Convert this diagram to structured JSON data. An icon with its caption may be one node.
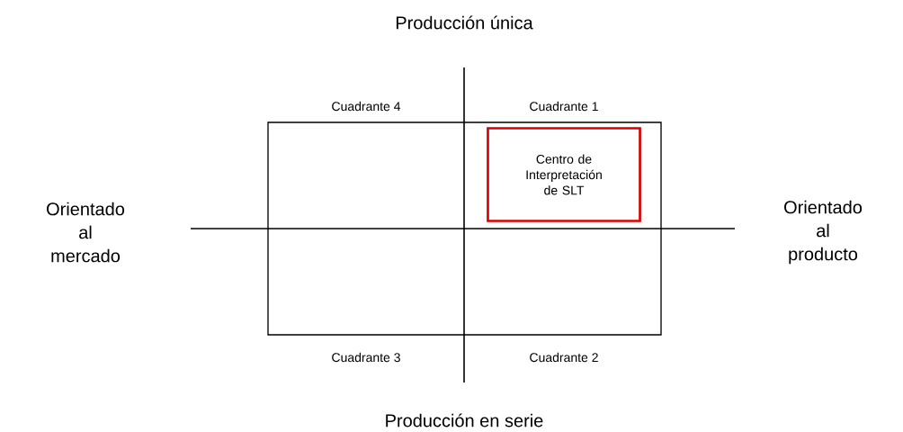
{
  "diagram": {
    "nodes": [
      {
        "text": [
          "Centro de Interpretación de SLT"
        ]
      }
    ],
    "labels": [
      "Producción única",
      "Cuadrante 4",
      "Cuadrante 1",
      "Orientado al mercado",
      "Orientado al producto",
      "Cuadrante 3",
      "Cuadrante 2",
      "Producción en serie"
    ]
  }
}
